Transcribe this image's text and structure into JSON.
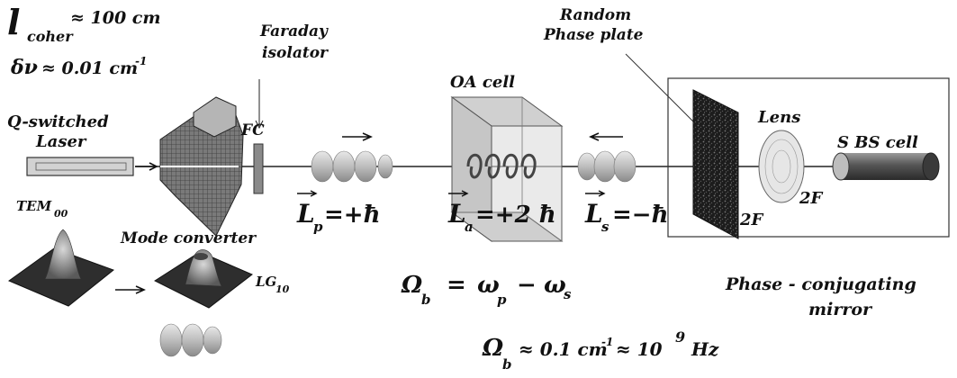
{
  "coherence": {
    "symbol": "l",
    "sub": "coher",
    "value": "≈ 100 cm"
  },
  "linewidth": {
    "symbol": "δν",
    "value": "≈ 0.01 cm",
    "sup": "-1"
  },
  "laser": {
    "line1": "Q-switched",
    "line2": "Laser"
  },
  "tem": {
    "main": "TEM",
    "sub": "00"
  },
  "faraday": {
    "line1": "Faraday",
    "line2": "isolator"
  },
  "fc": "FC",
  "mode_converter": "Mode converter",
  "lg": {
    "main": "LG",
    "sub": "10"
  },
  "oa_cell": "OA cell",
  "random_plate": {
    "line1": "Random",
    "line2": "Phase plate"
  },
  "lens": "Lens",
  "sbs_cell": "S BS cell",
  "focal1": "2F",
  "focal2": "2F",
  "momentum_p": {
    "main": "L",
    "sub": "p",
    "rhs": "=+ħ"
  },
  "momentum_a": {
    "main": "L",
    "sub": "a",
    "rhs": "=+2 ħ"
  },
  "momentum_s": {
    "main": "L",
    "sub": "s",
    "rhs": "=−ħ"
  },
  "omega_eq": {
    "lhs": "Ω",
    "lhs_sub": "b",
    "eq": "=",
    "w1": "ω",
    "w1_sub": "p",
    "minus": "−",
    "w2": "ω",
    "w2_sub": "s"
  },
  "omega_val": {
    "lhs": "Ω",
    "lhs_sub": "b",
    "mid": "≈ 0.1 cm",
    "sup1": "-1",
    "rest": "≈ 10",
    "sup2": "9",
    "unit": "Hz"
  },
  "pcm": {
    "line1": "Phase - conjugating",
    "line2": "mirror"
  }
}
